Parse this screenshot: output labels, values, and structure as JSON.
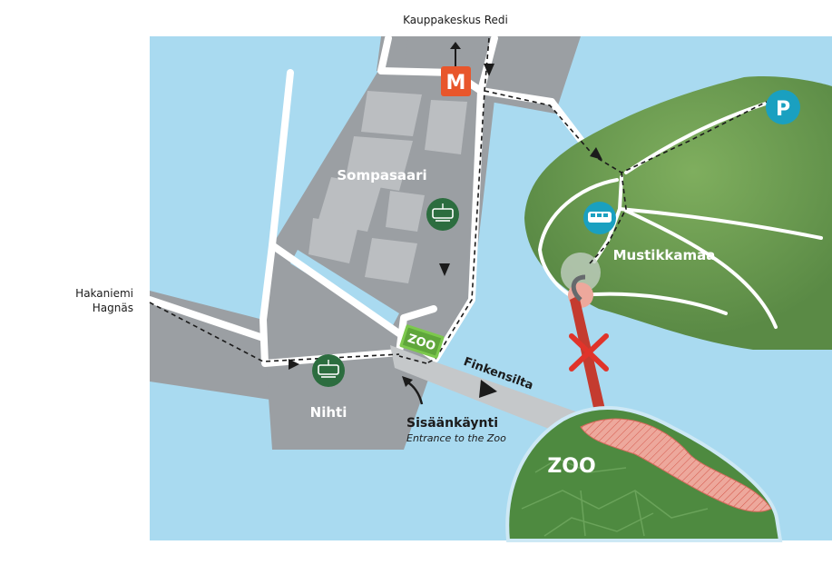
{
  "labels": {
    "north_destination": "Kauppakeskus Redi",
    "west_destination_fi": "Hakaniemi",
    "west_destination_sv": "Hagnäs",
    "sompasaari": "Sompasaari",
    "nihti": "Nihti",
    "mustikkamaa": "Mustikkamaa",
    "finkensilta": "Finkensilta",
    "entrance_fi": "Sisäänkäynti",
    "entrance_en": "Entrance to the Zoo",
    "zoo_island": "ZOO",
    "zoo_sign": "ZOO",
    "metro_letter": "M",
    "parking_letter": "P"
  },
  "icons": {
    "metro": "metro-station-icon",
    "tram": "tram-icon",
    "bus": "bus-icon",
    "parking": "parking-icon",
    "closed": "red-x-closed-icon"
  },
  "colors": {
    "water": "#a9daf0",
    "land_urban": "#9b9fa3",
    "roads": "#ffffff",
    "blocks": "#bbbec1",
    "island_green": "#5b8a44",
    "island_green_light": "#79a75a",
    "zoo_green": "#4e8a40",
    "bridge": "#c5c8ca",
    "metro": "#e8562b",
    "tram": "#2c6d3f",
    "bus": "#1aa0c0",
    "parking": "#1aa0c0",
    "closed_route": "#c43b2f",
    "closed_area": "#eb9c8f",
    "closed_x": "#e0342a",
    "zoo_sign_green": "#7cc84d"
  }
}
